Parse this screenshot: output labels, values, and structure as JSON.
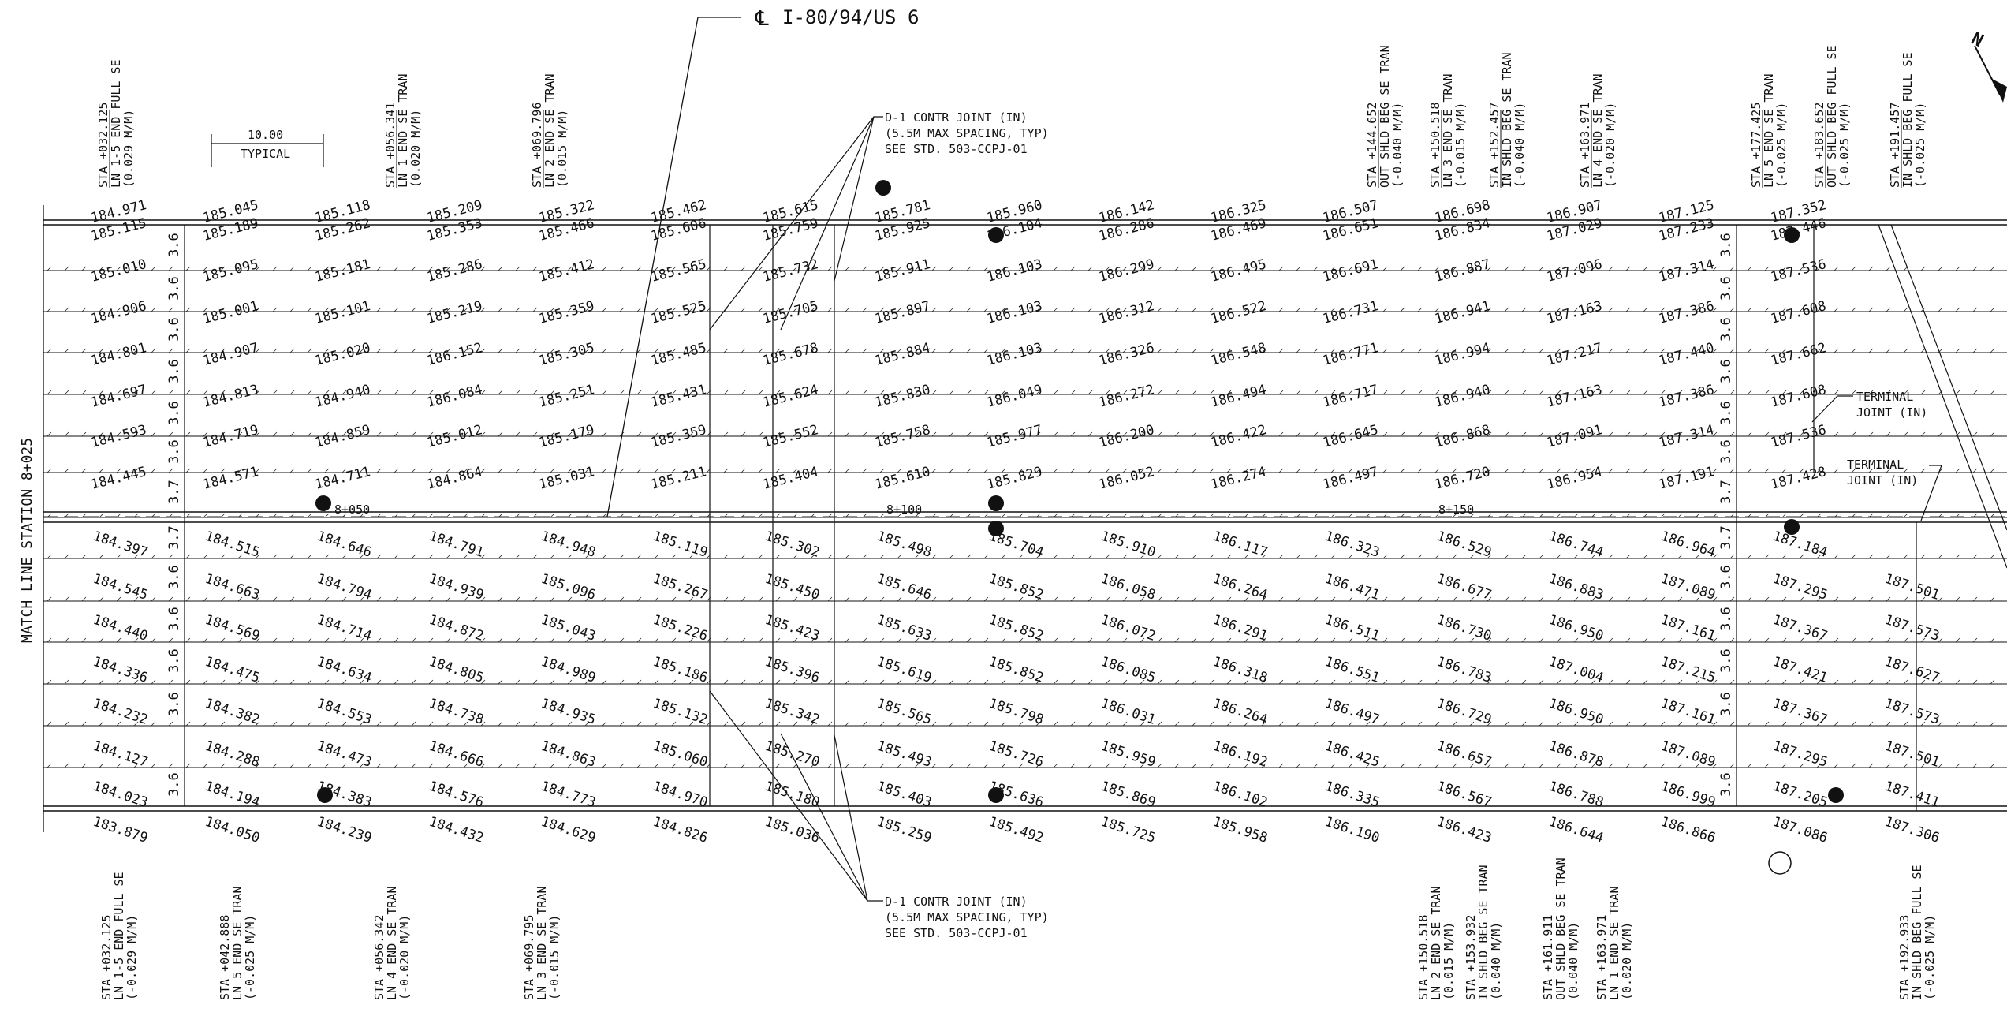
{
  "title": "I-80/94/US 6",
  "centerline_symbol": "℄",
  "match_line": "MATCH LINE STATION 8+025",
  "typical": {
    "dim": "10.00",
    "label": "TYPICAL"
  },
  "north": "N",
  "station_marks": [
    "8+050",
    "8+100",
    "8+150"
  ],
  "notes": {
    "d1_top": [
      "D-1 CONTR JOINT (IN)",
      "(5.5M MAX SPACING, TYP)",
      "SEE STD. 503-CCPJ-01"
    ],
    "d1_bottom": [
      "D-1 CONTR JOINT (IN)",
      "(5.5M MAX SPACING, TYP)",
      "SEE STD. 503-CCPJ-01"
    ],
    "terminal_1": [
      "TERMINAL",
      "JOINT (IN)"
    ],
    "terminal_2": [
      "TERMINAL",
      "JOINT (IN)"
    ]
  },
  "top_callouts": [
    [
      "STA +032.125",
      "LN 1-5 END FULL SE",
      "(0.029 M/M)"
    ],
    [
      "STA +056.341",
      "LN 1 END SE TRAN",
      "(0.020 M/M)"
    ],
    [
      "STA +069.796",
      "LN 2 END SE TRAN",
      "(0.015 M/M)"
    ],
    [
      "STA +144.652",
      "OUT SHLD BEG SE TRAN",
      "(-0.040 M/M)"
    ],
    [
      "STA +150.518",
      "LN 3 END SE TRAN",
      "(-0.015 M/M)"
    ],
    [
      "STA +152.457",
      "IN SHLD BEG SE TRAN",
      "(-0.040 M/M)"
    ],
    [
      "STA +163.971",
      "LN 4 END SE TRAN",
      "(-0.020 M/M)"
    ],
    [
      "STA +177.425",
      "LN 5 END SE TRAN",
      "(-0.025 M/M)"
    ],
    [
      "STA +183.652",
      "OUT SHLD BEG FULL SE",
      "(-0.025 M/M)"
    ],
    [
      "STA +191.457",
      "IN SHLD BEG FULL SE",
      "(-0.025 M/M)"
    ]
  ],
  "bottom_callouts": [
    [
      "STA +032.125",
      "LN 1-5 END FULL SE",
      "(-0.029 M/M)"
    ],
    [
      "STA +042.888",
      "LN 5 END SE TRAN",
      "(-0.025 M/M)"
    ],
    [
      "STA +056.342",
      "LN 4 END SE TRAN",
      "(-0.020 M/M)"
    ],
    [
      "STA +069.795",
      "LN 3 END SE TRAN",
      "(-0.015 M/M)"
    ],
    [
      "STA +150.518",
      "LN 2 END SE TRAN",
      "(0.015 M/M)"
    ],
    [
      "STA +153.932",
      "IN SHLD BEG SE TRAN",
      "(0.040 M/M)"
    ],
    [
      "STA +161.911",
      "OUT SHLD BEG SE TRAN",
      "(0.040 M/M)"
    ],
    [
      "STA +163.971",
      "LN 1 END SE TRAN",
      "(0.020 M/M)"
    ],
    [
      "STA +192.933",
      "IN SHLD BEG FULL SE",
      "(-0.025 M/M)"
    ]
  ],
  "lane_widths_left": [
    "3.6",
    "3.6",
    "3.6",
    "3.6",
    "3.6",
    "3.6",
    "3.7",
    "3.7",
    "3.6",
    "3.6",
    "3.6",
    "3.6",
    "3.6"
  ],
  "lane_widths_right": [
    "3.6",
    "3.6",
    "3.6",
    "3.6",
    "3.6",
    "3.6",
    "3.7",
    "3.7",
    "3.6",
    "3.6",
    "3.6",
    "3.6",
    "3.6"
  ],
  "elevation_rows": [
    [
      "184.971",
      "185.045",
      "185.118",
      "185.209",
      "185.322",
      "185.462",
      "185.615",
      "185.781",
      "185.960",
      "186.142",
      "186.325",
      "186.507",
      "186.698",
      "186.907",
      "187.125",
      "187.352"
    ],
    [
      "185.115",
      "185.189",
      "185.262",
      "185.353",
      "185.466",
      "185.606",
      "185.759",
      "185.925",
      "186.104",
      "186.286",
      "186.469",
      "186.651",
      "186.834",
      "187.029",
      "187.233",
      "187.446"
    ],
    [
      "185.010",
      "185.095",
      "185.181",
      "185.286",
      "185.412",
      "185.565",
      "185.732",
      "185.911",
      "186.103",
      "186.299",
      "186.495",
      "186.691",
      "186.887",
      "187.096",
      "187.314",
      "187.536"
    ],
    [
      "184.906",
      "185.001",
      "185.101",
      "185.219",
      "185.359",
      "185.525",
      "185.705",
      "185.897",
      "186.103",
      "186.312",
      "186.522",
      "186.731",
      "186.941",
      "187.163",
      "187.386",
      "187.608"
    ],
    [
      "184.801",
      "184.907",
      "185.020",
      "186.152",
      "185.305",
      "185.485",
      "185.678",
      "185.884",
      "186.103",
      "186.326",
      "186.548",
      "186.771",
      "186.994",
      "187.217",
      "187.440",
      "187.662"
    ],
    [
      "184.697",
      "184.813",
      "184.940",
      "186.084",
      "185.251",
      "185.431",
      "185.624",
      "185.830",
      "186.049",
      "186.272",
      "186.494",
      "186.717",
      "186.940",
      "187.163",
      "187.386",
      "187.608"
    ],
    [
      "184.593",
      "184.719",
      "184.859",
      "185.012",
      "185.179",
      "185.359",
      "185.552",
      "185.758",
      "185.977",
      "186.200",
      "186.422",
      "186.645",
      "186.868",
      "187.091",
      "187.314",
      "187.536"
    ],
    [
      "184.445",
      "184.571",
      "184.711",
      "184.864",
      "185.031",
      "185.211",
      "185.404",
      "185.610",
      "185.829",
      "186.052",
      "186.274",
      "186.497",
      "186.720",
      "186.954",
      "187.191",
      "187.428"
    ],
    [
      "184.397",
      "184.515",
      "184.646",
      "184.791",
      "184.948",
      "185.119",
      "185.302",
      "185.498",
      "185.704",
      "185.910",
      "186.117",
      "186.323",
      "186.529",
      "186.744",
      "186.964",
      "187.184"
    ],
    [
      "184.545",
      "184.663",
      "184.794",
      "184.939",
      "185.096",
      "185.267",
      "185.450",
      "185.646",
      "185.852",
      "186.058",
      "186.264",
      "186.471",
      "186.677",
      "186.883",
      "187.089",
      "187.295",
      "187.501"
    ],
    [
      "184.440",
      "184.569",
      "184.714",
      "184.872",
      "185.043",
      "185.226",
      "185.423",
      "185.633",
      "185.852",
      "186.072",
      "186.291",
      "186.511",
      "186.730",
      "186.950",
      "187.161",
      "187.367",
      "187.573"
    ],
    [
      "184.336",
      "184.475",
      "184.634",
      "184.805",
      "184.989",
      "185.186",
      "185.396",
      "185.619",
      "185.852",
      "186.085",
      "186.318",
      "186.551",
      "186.783",
      "187.004",
      "187.215",
      "187.421",
      "187.627"
    ],
    [
      "184.232",
      "184.382",
      "184.553",
      "184.738",
      "184.935",
      "185.132",
      "185.342",
      "185.565",
      "185.798",
      "186.031",
      "186.264",
      "186.497",
      "186.729",
      "186.950",
      "187.161",
      "187.367",
      "187.573"
    ],
    [
      "184.127",
      "184.288",
      "184.473",
      "184.666",
      "184.863",
      "185.060",
      "185.270",
      "185.493",
      "185.726",
      "185.959",
      "186.192",
      "186.425",
      "186.657",
      "186.878",
      "187.089",
      "187.295",
      "187.501"
    ],
    [
      "184.023",
      "184.194",
      "184.383",
      "184.576",
      "184.773",
      "184.970",
      "185.180",
      "185.403",
      "185.636",
      "185.869",
      "186.102",
      "186.335",
      "186.567",
      "186.788",
      "186.999",
      "187.205",
      "187.411"
    ],
    [
      "183.879",
      "184.050",
      "184.239",
      "184.432",
      "184.629",
      "184.826",
      "185.036",
      "185.259",
      "185.492",
      "185.725",
      "185.958",
      "186.190",
      "186.423",
      "186.644",
      "186.866",
      "187.086",
      "187.306"
    ]
  ]
}
